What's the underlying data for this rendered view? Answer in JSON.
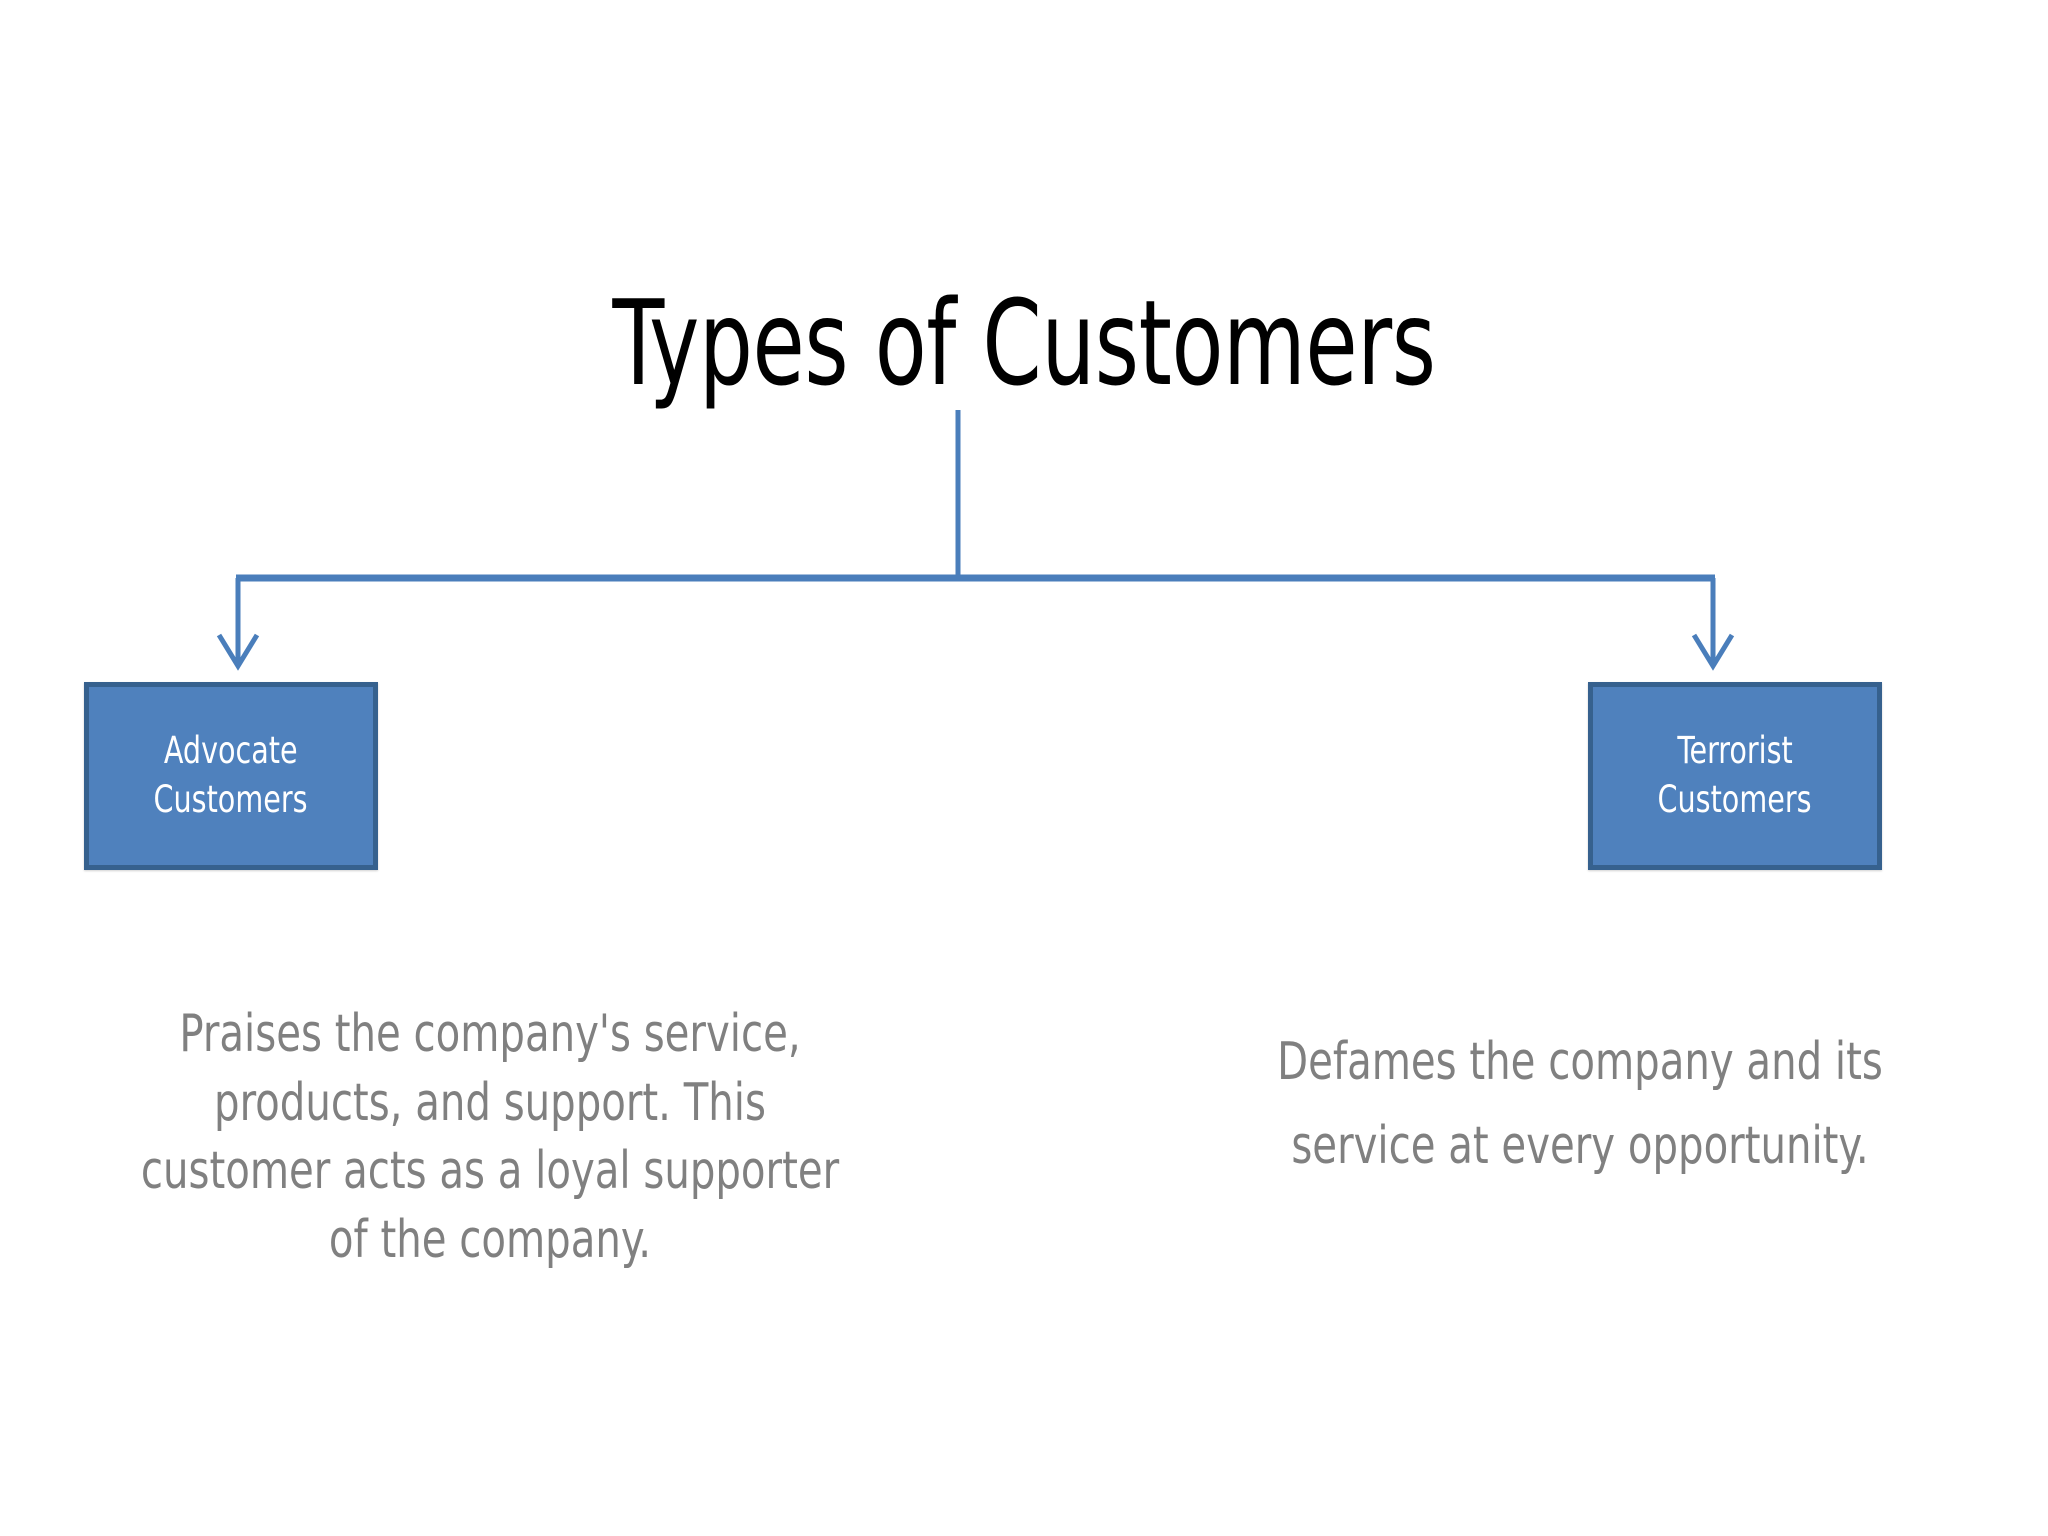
{
  "slide": {
    "title": "Types of Customers",
    "background_color": "#FFFFFF"
  },
  "theme": {
    "box_fill": "#4F81BD",
    "box_border": "#36618E",
    "box_text": "#FFFFFF",
    "connector": "#4A7EBB",
    "caption_text": "#808080",
    "title_text": "#000000"
  },
  "nodes": [
    {
      "id": "advocate",
      "label_line1": "Advocate",
      "label_line2": "Customers",
      "description": "Praises the company's service, products, and support. This customer acts as a loyal supporter of the company."
    },
    {
      "id": "terrorist",
      "label_line1": "Terrorist",
      "label_line2": "Customers",
      "description": "Defames the company and its service at every opportunity."
    }
  ],
  "connectors": {
    "stem_label": "title-to-branch-stem",
    "left_arrow_label": "arrow-to-advocate",
    "right_arrow_label": "arrow-to-terrorist"
  }
}
